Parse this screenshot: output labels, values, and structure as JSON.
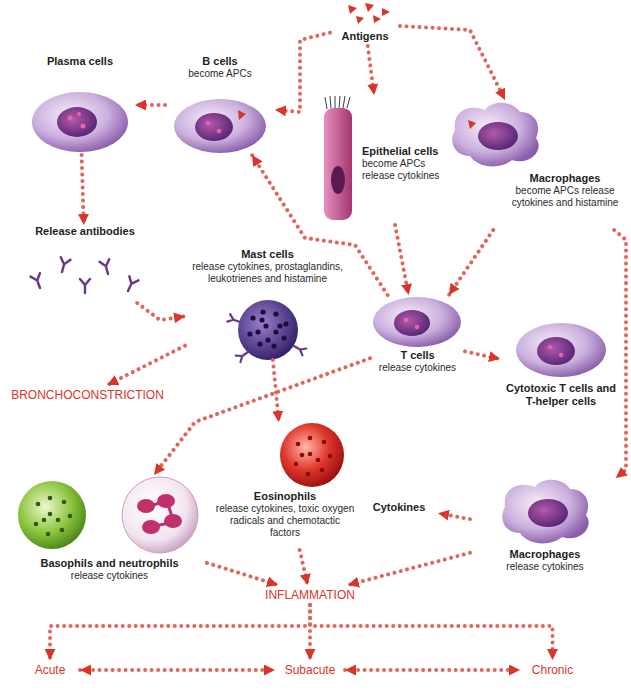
{
  "diagram": {
    "nodes": [
      {
        "text": [
          "Antigens"
        ]
      },
      {
        "text": [
          "Plasma cells"
        ]
      },
      {
        "text": [
          "B cells",
          "become APCs"
        ]
      },
      {
        "text": [
          "Epithelial cells",
          "become APCs release cytokines"
        ]
      },
      {
        "text": [
          "Macrophages",
          "become APCs release cytokines and histamine"
        ]
      },
      {
        "text": [
          "Release antibodies"
        ]
      },
      {
        "text": [
          "Mast cells",
          "release cytokines, prostaglandins, leukotrienes and histamine"
        ]
      },
      {
        "text": [
          "T cells",
          "release cytokines"
        ]
      },
      {
        "text": [
          "BRONCHOCONSTRICTION"
        ]
      },
      {
        "text": [
          "Cytotoxic T cells and T-helper cells"
        ]
      },
      {
        "text": [
          "Basophils and neutrophils",
          "release cytokines"
        ]
      },
      {
        "text": [
          "Eosinophils",
          "release cytokines, toxic oxygen radicals and chemotactic factors"
        ]
      },
      {
        "text": [
          "Cytokines"
        ]
      },
      {
        "text": [
          "Macrophages",
          "release cytokines"
        ]
      },
      {
        "text": [
          "INFLAMMATION"
        ]
      },
      {
        "text": [
          "Acute"
        ]
      },
      {
        "text": [
          "Subacute"
        ]
      },
      {
        "text": [
          "Chronic"
        ]
      }
    ],
    "edges": [
      {
        "from": 0,
        "to": 2,
        "arrow": "to"
      },
      {
        "from": 0,
        "to": 3,
        "arrow": "to"
      },
      {
        "from": 0,
        "to": 4,
        "arrow": "to"
      },
      {
        "from": 2,
        "to": 1,
        "arrow": "to"
      },
      {
        "from": 1,
        "to": 5,
        "arrow": "to"
      },
      {
        "from": 5,
        "to": 6,
        "arrow": "to"
      },
      {
        "from": 3,
        "to": 7,
        "arrow": "to"
      },
      {
        "from": 4,
        "to": 7,
        "arrow": "to"
      },
      {
        "from": 7,
        "to": 2,
        "arrow": "to"
      },
      {
        "from": 7,
        "to": 9,
        "arrow": "to"
      },
      {
        "from": 6,
        "to": 8,
        "arrow": "to"
      },
      {
        "from": 7,
        "to": 10,
        "arrow": "to"
      },
      {
        "from": 6,
        "to": 11,
        "arrow": "to"
      },
      {
        "from": 4,
        "to": 13,
        "arrow": "to"
      },
      {
        "from": 13,
        "to": 12,
        "arrow": "to"
      },
      {
        "from": 10,
        "to": 14,
        "arrow": "to"
      },
      {
        "from": 11,
        "to": 14,
        "arrow": "to"
      },
      {
        "from": 13,
        "to": 14,
        "arrow": "to"
      },
      {
        "from": 14,
        "to": 15,
        "arrow": "to"
      },
      {
        "from": 14,
        "to": 16,
        "arrow": "to"
      },
      {
        "from": 14,
        "to": 17,
        "arrow": "to"
      },
      {
        "from": 15,
        "to": 16,
        "arrow": "both"
      },
      {
        "from": 16,
        "to": 17,
        "arrow": "both"
      }
    ]
  }
}
